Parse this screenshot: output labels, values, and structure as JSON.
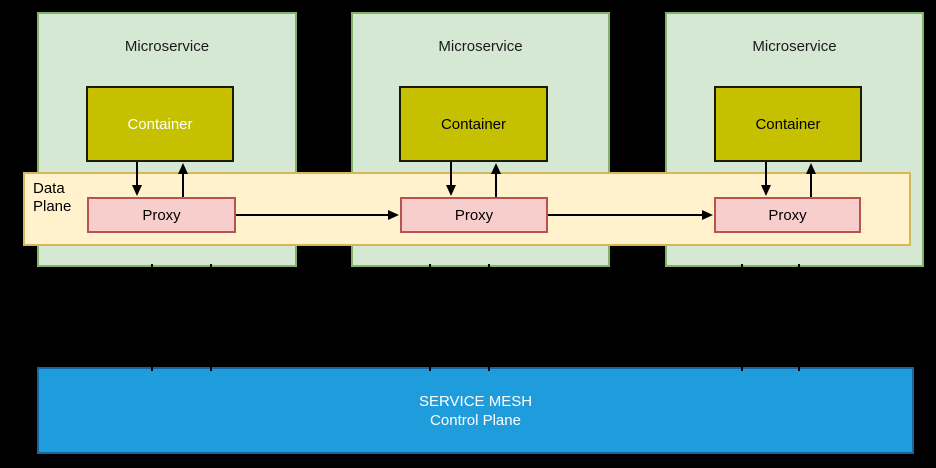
{
  "palette": {
    "background": "#000000",
    "microservice_fill": "#D5E8D4",
    "microservice_border": "#82B366",
    "container_fill": "#C5C100",
    "container_border": "#1A1A00",
    "container_text_first": "#FFFFFF",
    "container_text_rest": "#000000",
    "data_plane_fill": "#FFF2CC",
    "data_plane_border": "#D6B656",
    "proxy_fill": "#F8CECC",
    "proxy_border": "#B85450",
    "control_plane_fill": "#1E9CDC",
    "control_plane_border": "#1566A0",
    "arrow_color": "#000000",
    "text_dark": "#1A1A1A",
    "text_light": "#FFFFFF"
  },
  "microservices": [
    {
      "label": "Microservice",
      "container": "Container",
      "proxy": "Proxy"
    },
    {
      "label": "Microservice",
      "container": "Container",
      "proxy": "Proxy"
    },
    {
      "label": "Microservice",
      "container": "Container",
      "proxy": "Proxy"
    }
  ],
  "data_plane": {
    "label": "Data Plane"
  },
  "control_plane": {
    "title": "SERVICE MESH",
    "subtitle": "Control Plane"
  }
}
